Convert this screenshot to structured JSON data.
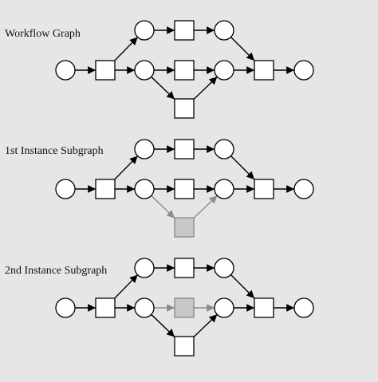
{
  "panels": [
    {
      "title": "Workflow Graph",
      "variant": "full"
    },
    {
      "title": "1st Instance Subgraph",
      "variant": "first"
    },
    {
      "title": "2nd Instance Subgraph",
      "variant": "second"
    }
  ],
  "colors": {
    "background": "#e6e6e6",
    "node_fill": "#ffffff",
    "node_stroke": "#000000",
    "edge": "#000000",
    "inactive_node_fill": "#c8c8c8",
    "inactive_node_stroke": "#888888",
    "inactive_edge": "#8c8c8c"
  }
}
